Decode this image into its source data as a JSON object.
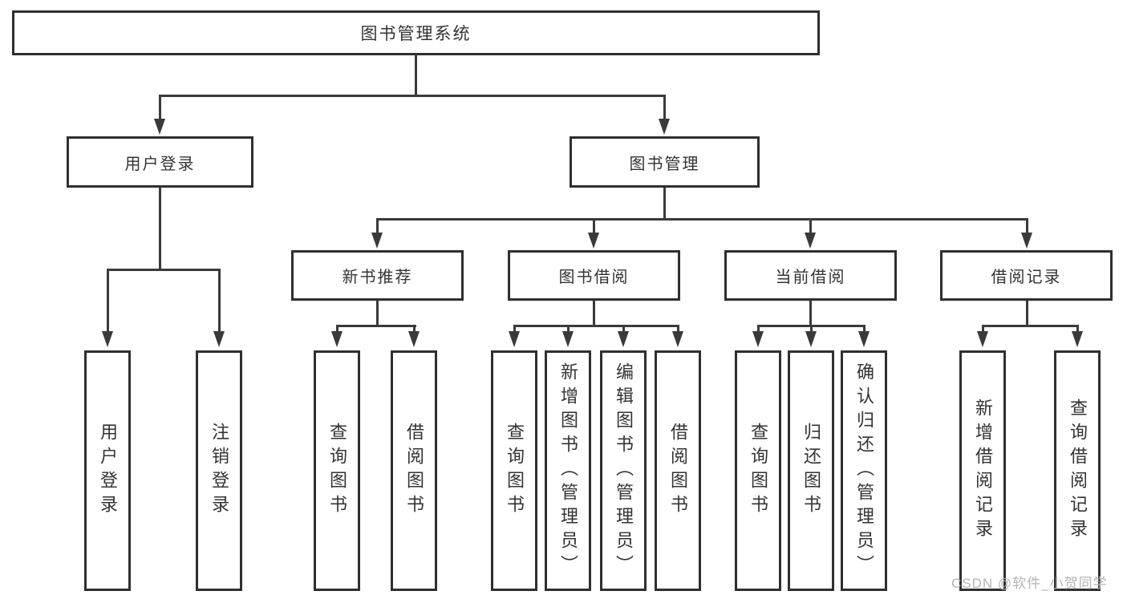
{
  "diagram": {
    "root": {
      "label": "图书管理系统",
      "children": [
        {
          "label": "用户登录",
          "children": [
            {
              "label": "用户登录"
            },
            {
              "label": "注销登录"
            }
          ]
        },
        {
          "label": "图书管理",
          "children": [
            {
              "label": "新书推荐",
              "children": [
                {
                  "label": "查询图书"
                },
                {
                  "label": "借阅图书"
                }
              ]
            },
            {
              "label": "图书借阅",
              "children": [
                {
                  "label": "查询图书"
                },
                {
                  "label": "新增图书（管理员）"
                },
                {
                  "label": "编辑图书（管理员）"
                },
                {
                  "label": "借阅图书"
                }
              ]
            },
            {
              "label": "当前借阅",
              "children": [
                {
                  "label": "查询图书"
                },
                {
                  "label": "归还图书"
                },
                {
                  "label": "确认归还（管理员）"
                }
              ]
            },
            {
              "label": "借阅记录",
              "children": [
                {
                  "label": "新增借阅记录"
                },
                {
                  "label": "查询借阅记录"
                }
              ]
            }
          ]
        }
      ]
    },
    "watermark": "CSDN @软件_小贺同学",
    "line_color": "#3a3a3a",
    "box_border_color": "#2f2f2f",
    "text_color": "#333333",
    "watermark_color": "#b4b4b4"
  }
}
